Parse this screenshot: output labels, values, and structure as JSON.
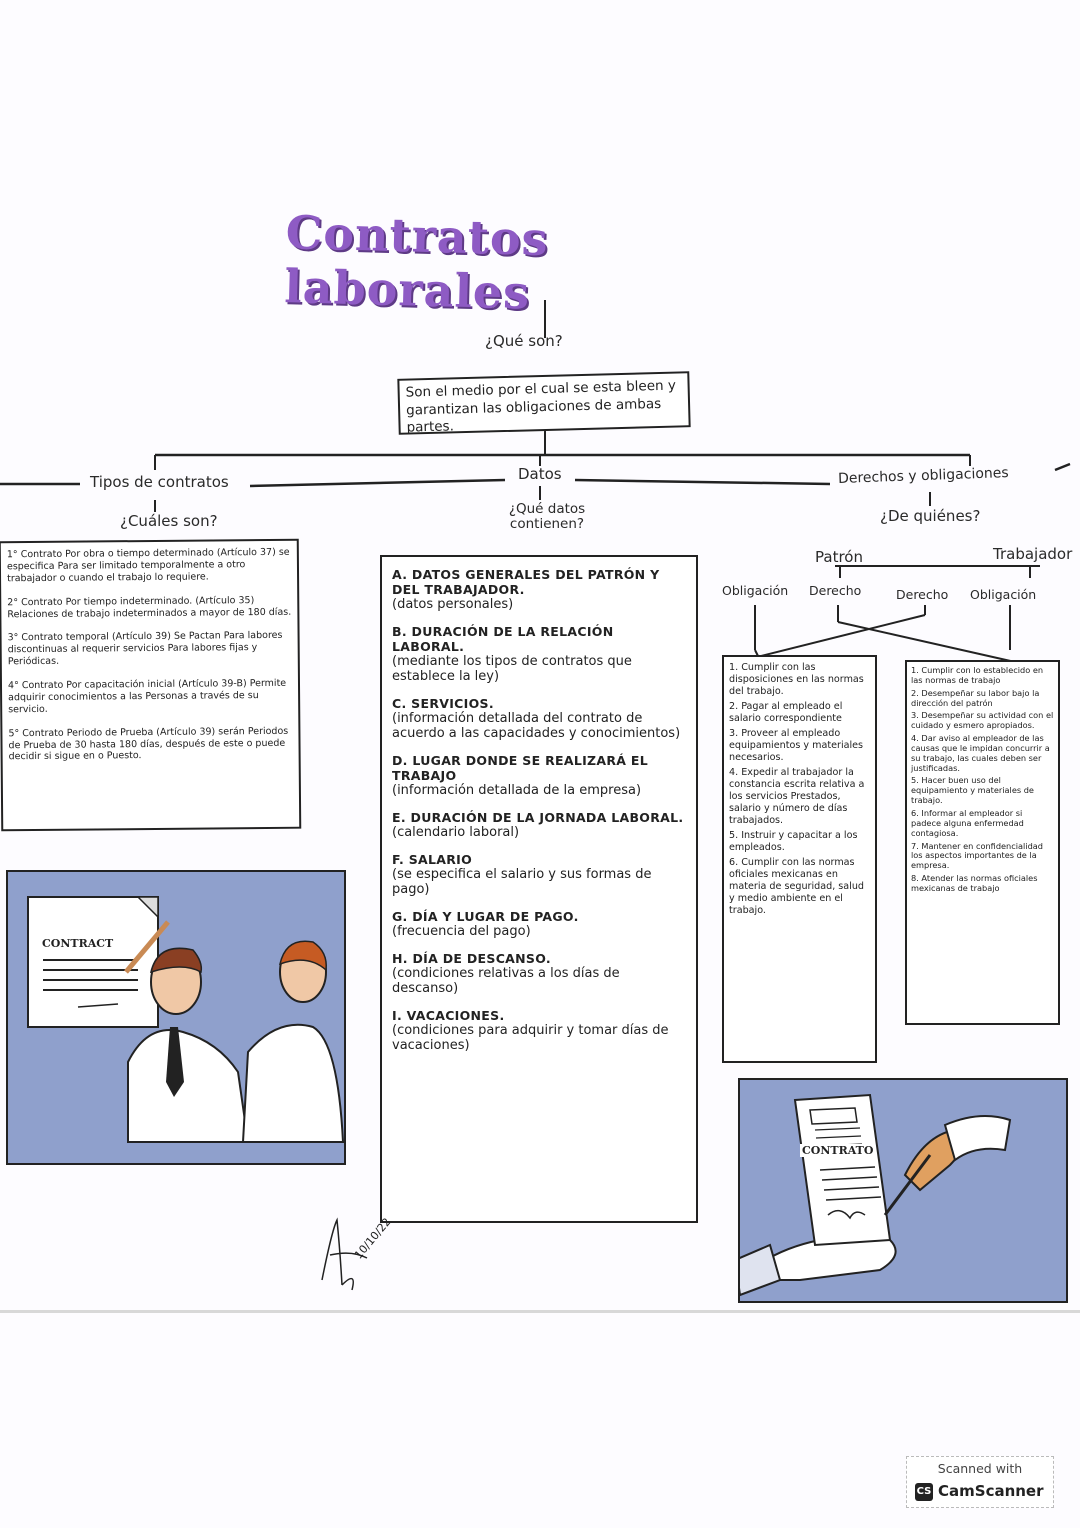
{
  "title": "Contratos laborales",
  "top_question": "¿Qué son?",
  "definition": "Son el medio por el cual se esta bleen y garantizan las obligaciones de ambas partes.",
  "branches": {
    "tipos": {
      "label": "Tipos de contratos",
      "question": "¿Cuáles son?",
      "items": [
        "1° Contrato Por obra o tiempo determinado (Artículo 37) se especifica Para ser limitado temporalmente a otro trabajador o cuando el trabajo lo requiere.",
        "2° Contrato Por tiempo indeterminado. (Artículo 35) Relaciones de trabajo indeterminados a mayor de 180 días.",
        "3° Contrato temporal (Artículo 39) Se Pactan Para labores discontinuas al requerir servicios Para labores fijas y Periódicas.",
        "4° Contrato Por capacitación inicial (Artículo 39-B) Permite adquirir conocimientos a las Personas a través de su servicio.",
        "5° Contrato Periodo de Prueba (Artículo 39) serán Periodos de Prueba de 30 hasta 180 días, después de este o puede decidir si sigue en o Puesto."
      ]
    },
    "datos": {
      "label": "Datos",
      "question": "¿Qué datos contienen?",
      "items": [
        {
          "title": "A. DATOS GENERALES DEL PATRÓN Y DEL TRABAJADOR.",
          "desc": "(datos personales)"
        },
        {
          "title": "B. DURACIÓN DE LA RELACIÓN LABORAL.",
          "desc": "(mediante los tipos de contratos que establece la ley)"
        },
        {
          "title": "C. SERVICIOS.",
          "desc": "(información detallada del contrato de acuerdo a las capacidades y conocimientos)"
        },
        {
          "title": "D. LUGAR DONDE SE REALIZARÁ EL TRABAJO",
          "desc": "(información detallada de la empresa)"
        },
        {
          "title": "E. DURACIÓN DE LA JORNADA LABORAL.",
          "desc": "(calendario laboral)"
        },
        {
          "title": "F. SALARIO",
          "desc": "(se especifica el salario y sus formas de pago)"
        },
        {
          "title": "G. DÍA Y LUGAR DE PAGO.",
          "desc": "(frecuencia del pago)"
        },
        {
          "title": "H. DÍA DE DESCANSO.",
          "desc": "(condiciones relativas a los días de descanso)"
        },
        {
          "title": "I. VACACIONES.",
          "desc": "(condiciones para adquirir y tomar días de vacaciones)"
        }
      ]
    },
    "derechos": {
      "label": "Derechos y obligaciones",
      "question": "¿De quiénes?",
      "patron": "Patrón",
      "trabajador": "Trabajador",
      "patron_obligacion": "Obligación",
      "patron_derecho": "Derecho",
      "trab_derecho": "Derecho",
      "trab_obligacion": "Obligación",
      "patron_items": [
        "1. Cumplir con las disposiciones en las normas del trabajo.",
        "2. Pagar al empleado el salario correspondiente",
        "3. Proveer al empleado equipamientos y materiales necesarios.",
        "4. Expedir al trabajador la constancia escrita relativa a los servicios Prestados, salario y número de días trabajados.",
        "5. Instruir y capacitar a los empleados.",
        "6. Cumplir con las normas oficiales mexicanas en materia de seguridad, salud y medio ambiente en el trabajo."
      ],
      "trabajador_items": [
        "1. Cumplir con lo establecido en las normas de trabajo",
        "2. Desempeñar su labor bajo la dirección del patrón",
        "3. Desempeñar su actividad con el cuidado y esmero apropiados.",
        "4. Dar aviso al empleador de las causas que le impidan concurrir a su trabajo, las cuales deben ser justificadas.",
        "5. Hacer buen uso del equipamiento y materiales de trabajo.",
        "6. Informar al empleador si padece alguna enfermedad contagiosa.",
        "7. Mantener en confidencialidad los aspectos importantes de la empresa.",
        "8. Atender las normas oficiales mexicanas de trabajo"
      ]
    }
  },
  "illustrations": {
    "contract_left": "CONTRACT",
    "contract_right": "CONTRATO"
  },
  "signature_date": "10/10/22",
  "scanner": {
    "top": "Scanned with",
    "brand": "CamScanner",
    "logo": "CS"
  },
  "colors": {
    "title": "#8e5bc4",
    "accent": "#7b4fb0",
    "bg_blue": "#8fa0cc"
  }
}
